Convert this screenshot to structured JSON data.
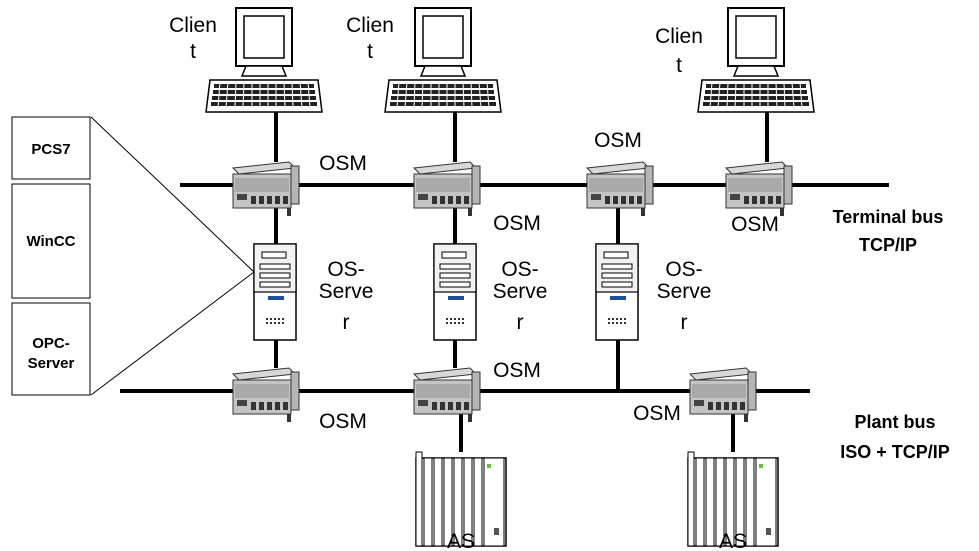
{
  "side_panel": {
    "items": [
      "PCS7",
      "WinCC",
      "OPC-",
      "Server"
    ]
  },
  "labels": {
    "client_line1": "Clien",
    "client_line2": "t",
    "osm": "OSM",
    "os_line1": "OS-",
    "os_line2": "Serve",
    "os_line3": "r",
    "as": "AS"
  },
  "buses": {
    "terminal_line1": "Terminal bus",
    "terminal_line2": "TCP/IP",
    "plant_line1": "Plant bus",
    "plant_line2": "ISO + TCP/IP"
  }
}
